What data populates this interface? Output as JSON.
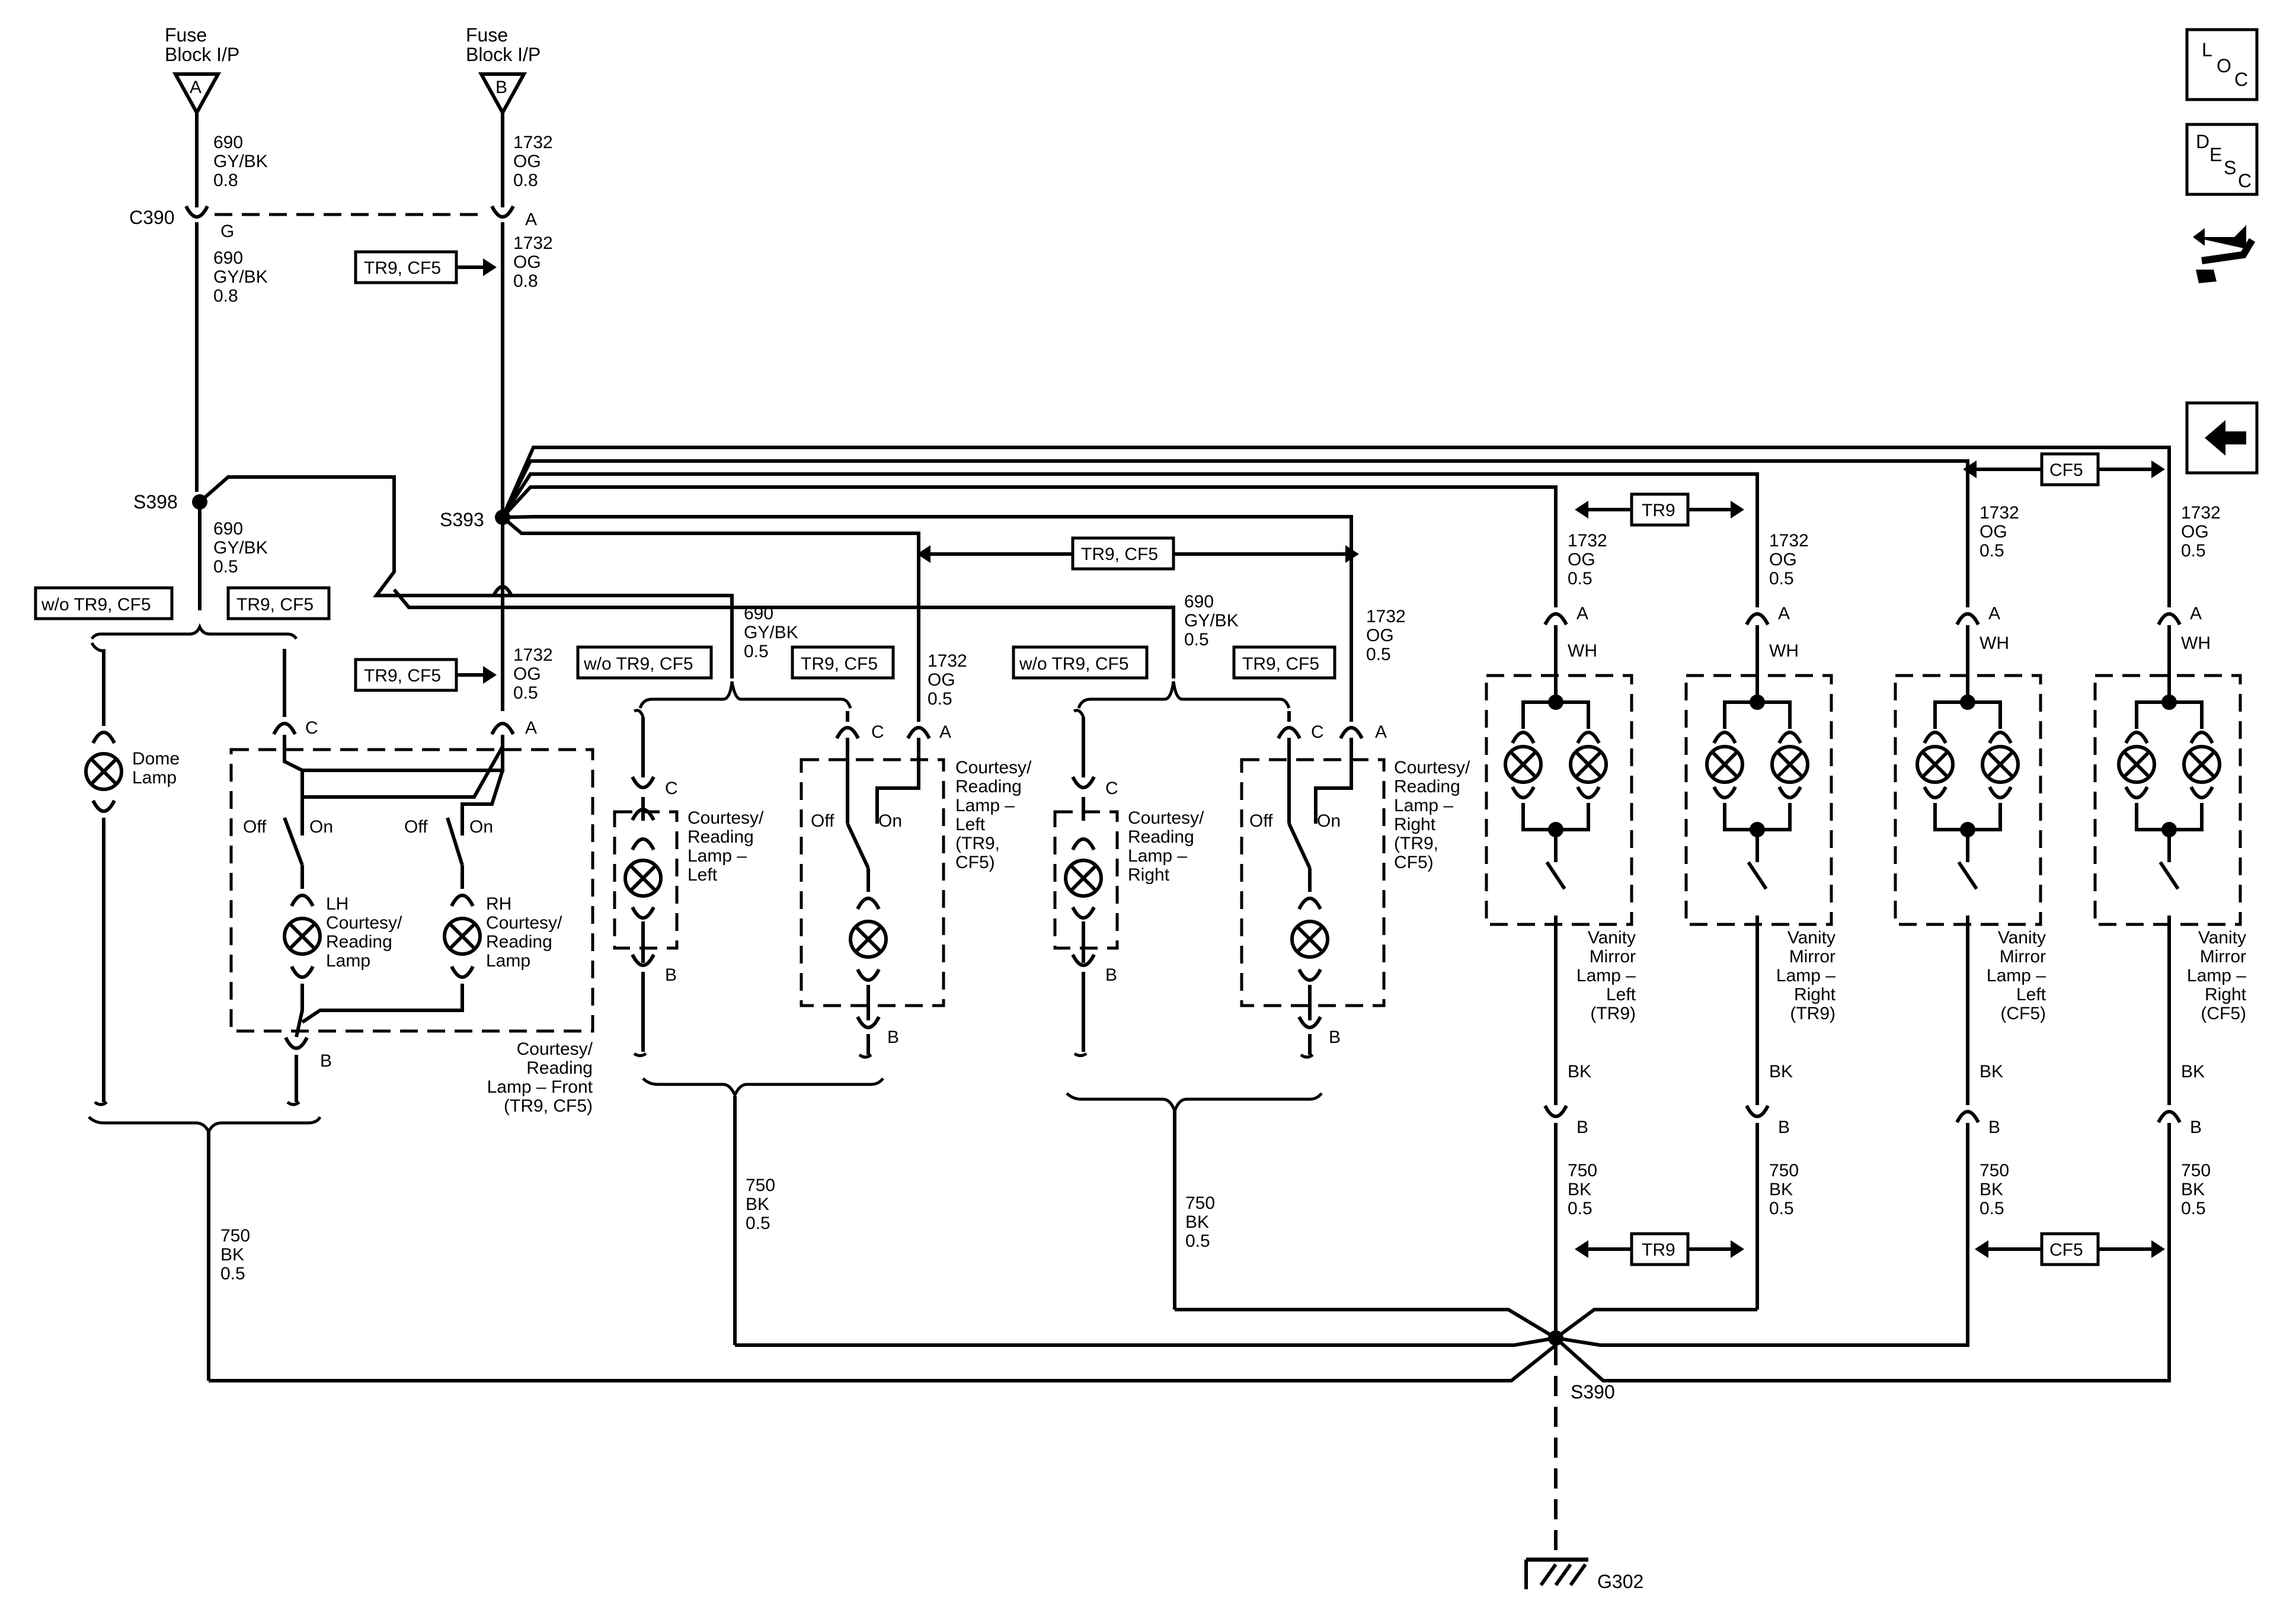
{
  "fuse_block": {
    "a": {
      "line1": "Fuse",
      "line2": "Block I/P",
      "pin": "A"
    },
    "b": {
      "line1": "Fuse",
      "line2": "Block I/P",
      "pin": "B"
    }
  },
  "wires": {
    "w690_08": {
      "circuit": "690",
      "color": "GY/BK",
      "size": "0.8"
    },
    "w1732_08": {
      "circuit": "1732",
      "color": "OG",
      "size": "0.8"
    },
    "w690_05": {
      "circuit": "690",
      "color": "GY/BK",
      "size": "0.5"
    },
    "w1732_05": {
      "circuit": "1732",
      "color": "OG",
      "size": "0.5"
    },
    "w750_05": {
      "circuit": "750",
      "color": "BK",
      "size": "0.5"
    },
    "wh": "WH",
    "bk": "BK"
  },
  "connector_c390": {
    "name": "C390",
    "pin_g": "G",
    "pin_a": "A"
  },
  "splices": {
    "s398": "S398",
    "s393": "S393",
    "s390": "S390"
  },
  "ground": "G302",
  "options": {
    "tr9_cf5": "TR9, CF5",
    "wo_tr9_cf5": "w/o TR9, CF5",
    "tr9": "TR9",
    "cf5": "CF5"
  },
  "pins": {
    "a": "A",
    "b": "B",
    "c": "C"
  },
  "switch_labels": {
    "off": "Off",
    "on": "On"
  },
  "components": {
    "dome_lamp": [
      "Dome",
      "Lamp"
    ],
    "lh_lamp": [
      "LH",
      "Courtesy/",
      "Reading",
      "Lamp"
    ],
    "rh_lamp": [
      "RH",
      "Courtesy/",
      "Reading",
      "Lamp"
    ],
    "front_assembly": [
      "Courtesy/",
      "Reading",
      "Lamp – Front",
      "(TR9, CF5)"
    ],
    "left_lamp": [
      "Courtesy/",
      "Reading",
      "Lamp –",
      "Left"
    ],
    "left_lamp_tr9": [
      "Courtesy/",
      "Reading",
      "Lamp –",
      "Left",
      "(TR9,",
      "CF5)"
    ],
    "right_lamp": [
      "Courtesy/",
      "Reading",
      "Lamp –",
      "Right"
    ],
    "right_lamp_tr9": [
      "Courtesy/",
      "Reading",
      "Lamp –",
      "Right",
      "(TR9,",
      "CF5)"
    ],
    "vanity_left_tr9": [
      "Vanity",
      "Mirror",
      "Lamp –",
      "Left",
      "(TR9)"
    ],
    "vanity_right_tr9": [
      "Vanity",
      "Mirror",
      "Lamp –",
      "Right",
      "(TR9)"
    ],
    "vanity_left_cf5": [
      "Vanity",
      "Mirror",
      "Lamp –",
      "Left",
      "(CF5)"
    ],
    "vanity_right_cf5": [
      "Vanity",
      "Mirror",
      "Lamp –",
      "Right",
      "(CF5)"
    ]
  },
  "side_icons": {
    "loc": {
      "c1": "L",
      "c2": "O",
      "c3": "C"
    },
    "desc": {
      "c1": "D",
      "c2": "E",
      "c3": "S",
      "c4": "C"
    },
    "icons": [
      "loc-icon",
      "desc-icon",
      "connector-tool-icon",
      "back-arrow-icon"
    ]
  }
}
